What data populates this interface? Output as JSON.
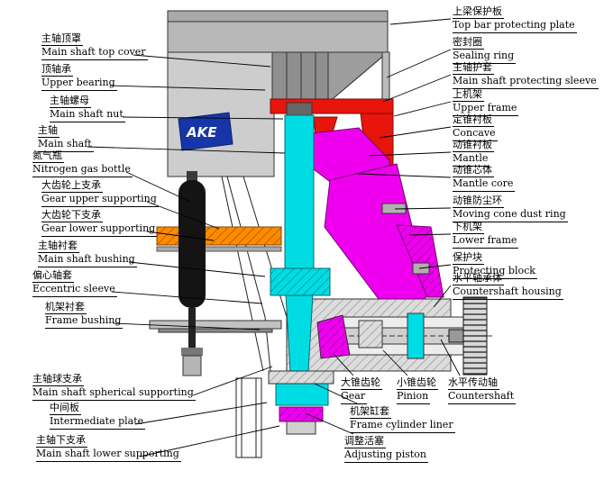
{
  "diagram_title": "Cone crusher sectional part diagram",
  "logo": {
    "text": "AKE"
  },
  "colors": {
    "red": "#e8150d",
    "magenta": "#ee00ee",
    "cyan": "#00dce4",
    "orange": "#ff8a00",
    "blue_logo": "#1636a8",
    "gray_light": "#cdcdcd",
    "gray_mid": "#a9a9a9",
    "gray_dark": "#6e6e6e",
    "line": "#000000"
  },
  "labels": [
    {
      "id": "main-shaft-top-cover",
      "cn": "主轴顶罩",
      "en": "Main shaft top cover"
    },
    {
      "id": "upper-bearing",
      "cn": "顶轴承",
      "en": "Upper bearing"
    },
    {
      "id": "main-shaft-nut",
      "cn": "主轴螺母",
      "en": "Main shaft nut"
    },
    {
      "id": "main-shaft",
      "cn": "主轴",
      "en": "Main shaft"
    },
    {
      "id": "nitrogen-gas-bottle",
      "cn": "氮气瓶",
      "en": "Nitrogen gas bottle"
    },
    {
      "id": "gear-upper-supporting",
      "cn": "大齿轮上支承",
      "en": "Gear upper supporting"
    },
    {
      "id": "gear-lower-supporting",
      "cn": "大齿轮下支承",
      "en": "Gear lower supporting"
    },
    {
      "id": "main-shaft-bushing",
      "cn": "主轴衬套",
      "en": "Main shaft bushing"
    },
    {
      "id": "eccentric-sleeve",
      "cn": "偏心轴套",
      "en": "Eccentric sleeve"
    },
    {
      "id": "frame-bushing",
      "cn": "机架衬套",
      "en": "Frame bushing"
    },
    {
      "id": "main-shaft-spherical-supporting",
      "cn": "主轴球支承",
      "en": "Main shaft spherical supporting"
    },
    {
      "id": "intermediate-plate",
      "cn": "中间板",
      "en": "Intermediate plate"
    },
    {
      "id": "main-shaft-lower-supporting",
      "cn": "主轴下支承",
      "en": "Main shaft lower supporting"
    },
    {
      "id": "top-bar-protecting-plate",
      "cn": "上梁保护板",
      "en": "Top bar protecting plate"
    },
    {
      "id": "sealing-ring",
      "cn": "密封圈",
      "en": "Sealing ring"
    },
    {
      "id": "main-shaft-protecting-sleeve",
      "cn": "主轴护套",
      "en": "Main shaft protecting sleeve"
    },
    {
      "id": "upper-frame",
      "cn": "上机架",
      "en": "Upper frame"
    },
    {
      "id": "concave",
      "cn": "定锥衬板",
      "en": "Concave"
    },
    {
      "id": "mantle",
      "cn": "动锥衬板",
      "en": "Mantle"
    },
    {
      "id": "mantle-core",
      "cn": "动锥芯体",
      "en": "Mantle core"
    },
    {
      "id": "moving-cone-dust-ring",
      "cn": "动锥防尘环",
      "en": "Moving cone dust ring"
    },
    {
      "id": "lower-frame",
      "cn": "下机架",
      "en": "Lower frame"
    },
    {
      "id": "protecting-block",
      "cn": "保护块",
      "en": "Protecting block"
    },
    {
      "id": "countershaft-housing",
      "cn": "水平轴承体",
      "en": "Countershaft housing"
    },
    {
      "id": "gear",
      "cn": "大锥齿轮",
      "en": "Gear"
    },
    {
      "id": "pinion",
      "cn": "小锥齿轮",
      "en": "Pinion"
    },
    {
      "id": "countershaft",
      "cn": "水平传动轴",
      "en": "Countershaft"
    },
    {
      "id": "frame-cylinder-liner",
      "cn": "机架缸套",
      "en": "Frame cylinder liner"
    },
    {
      "id": "adjusting-piston",
      "cn": "调整活塞",
      "en": "Adjusting piston"
    }
  ]
}
